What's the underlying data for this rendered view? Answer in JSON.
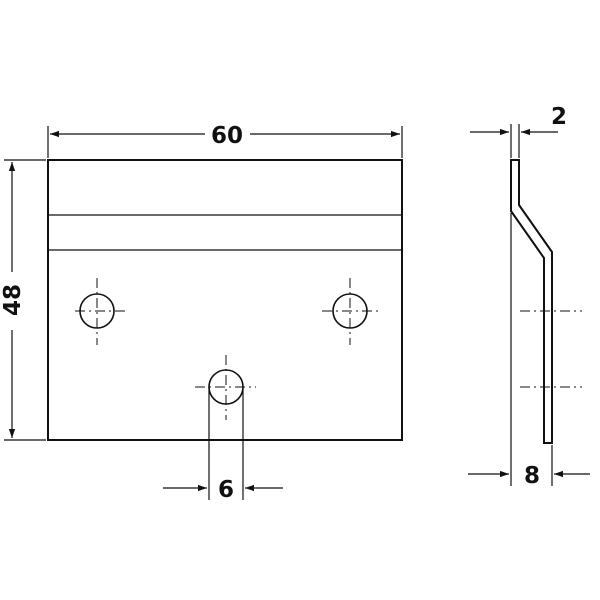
{
  "drawing": {
    "width_label": "60",
    "height_label": "48",
    "hole_label": "6",
    "thickness_label": "2",
    "offset_label": "8"
  },
  "colors": {
    "line": "#111111",
    "background": "#ffffff"
  }
}
